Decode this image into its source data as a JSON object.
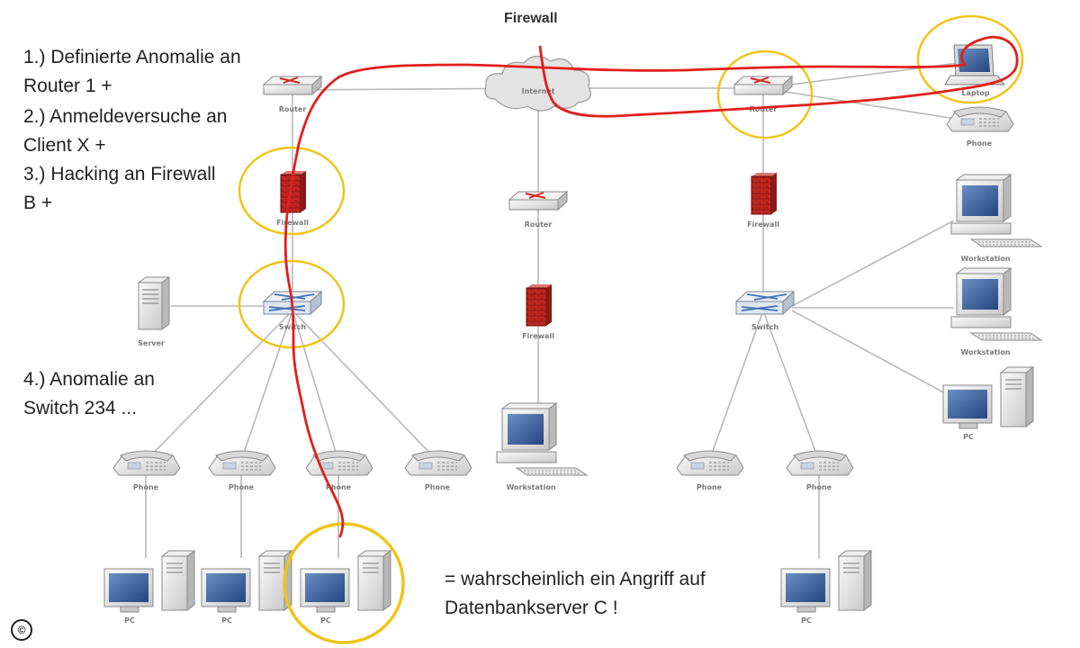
{
  "title": "Firewall",
  "annotations": {
    "step1": "1.) Definierte Anomalie an\nRouter 1 +",
    "step2": "2.) Anmeldeversuche an\nClient X +",
    "step3": "3.) Hacking an Firewall\nB +",
    "step4": "4.) Anomalie an\nSwitch 234 ...",
    "conclusion": "= wahrscheinlich ein Angriff auf\nDatenbankserver C !"
  },
  "labels": {
    "internet": "Internet",
    "router": "Router",
    "firewall": "Firewall",
    "switch": "Switch",
    "server": "Server",
    "phone": "Phone",
    "pc": "PC",
    "workstation": "Workstation",
    "laptop": "Laptop"
  },
  "colors": {
    "attack_path": "#e0201c",
    "highlight": "#f0c419",
    "firewall": "#b8231c",
    "screen": "#4a6fa8"
  },
  "copyright": "©"
}
